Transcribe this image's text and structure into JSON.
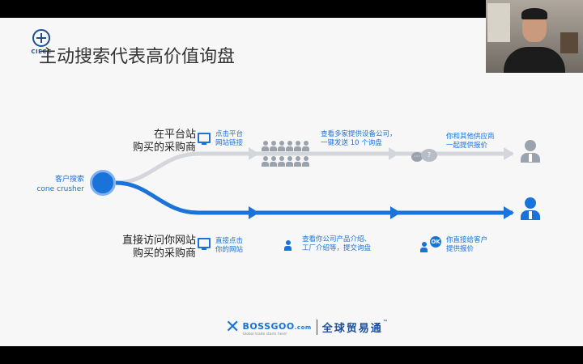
{
  "slide": {
    "logo_text": "CIECC",
    "title": "主动搜索代表高价值询盘"
  },
  "client_search": {
    "label_line1": "客户搜索",
    "label_line2": "cone crusher"
  },
  "row_platform": {
    "label_line1": "在平台站",
    "label_line2": "购买的采购商",
    "step1_line1": "点击平台",
    "step1_line2": "网站链接",
    "step2_line1": "查看多家提供设备公司，",
    "step2_line2": "一键发送 10 个询盘",
    "step3_line1": "你和其他供应商",
    "step3_line2": "一起提供报价"
  },
  "row_direct": {
    "label_line1": "直接访问你网站",
    "label_line2": "购买的采购商",
    "step1_line1": "直接点击",
    "step1_line2": "你的网站",
    "step2_line1": "查看你公司产品介绍、",
    "step2_line2": "工厂介绍等，提交询盘",
    "step3_ok": "OK",
    "step3_line1": "你直接给客户",
    "step3_line2": "提供报价"
  },
  "footer": {
    "brand": "BOSSGOO",
    "brand_suffix": ".com",
    "tagline": "Global trade starts here!",
    "cn": "全球贸易通",
    "tm": "™"
  },
  "colors": {
    "accent": "#1a73d9",
    "muted": "#9aa3ad",
    "background": "#f7f7f7"
  },
  "icons": [
    "search-icon",
    "monitor-icon",
    "crowd-icon",
    "chat-bubbles-icon",
    "person-icon",
    "ok-bubble-icon"
  ]
}
